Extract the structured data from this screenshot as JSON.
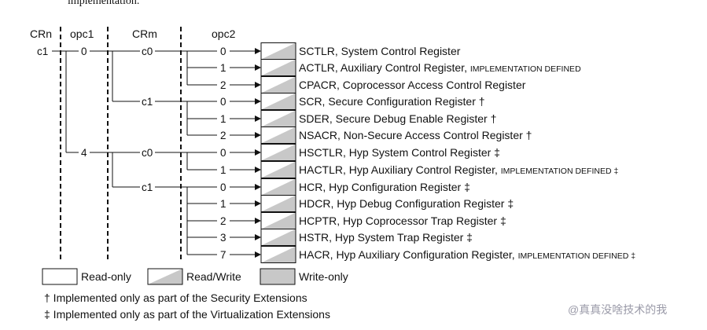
{
  "top_text": "implementation.",
  "headers": {
    "crn": "CRn",
    "opc1": "opc1",
    "crm": "CRm",
    "opc2": "opc2"
  },
  "crn_value": "c1",
  "opc1_values": [
    "0",
    "4"
  ],
  "crm_values": [
    "c0",
    "c1",
    "c0",
    "c1"
  ],
  "registers": [
    {
      "opc2": "0",
      "name": "SCTLR, System Control Register",
      "suffix": "",
      "access": "read-write"
    },
    {
      "opc2": "1",
      "name": "ACTLR, Auxiliary Control Register, ",
      "suffix": "IMPLEMENTATION DEFINED",
      "access": "read-write"
    },
    {
      "opc2": "2",
      "name": "CPACR, Coprocessor Access Control Register",
      "suffix": "",
      "access": "read-write"
    },
    {
      "opc2": "0",
      "name": "SCR, Secure Configuration Register †",
      "suffix": "",
      "access": "read-write"
    },
    {
      "opc2": "1",
      "name": "SDER, Secure Debug Enable Register †",
      "suffix": "",
      "access": "read-write"
    },
    {
      "opc2": "2",
      "name": "NSACR, Non-Secure Access Control Register †",
      "suffix": "",
      "access": "read-write"
    },
    {
      "opc2": "0",
      "name": "HSCTLR, Hyp System Control Register ‡",
      "suffix": "",
      "access": "read-write"
    },
    {
      "opc2": "1",
      "name": "HACTLR, Hyp Auxiliary Control Register, ",
      "suffix": "IMPLEMENTATION DEFINED ‡",
      "access": "read-write"
    },
    {
      "opc2": "0",
      "name": "HCR, Hyp Configuration Register ‡",
      "suffix": "",
      "access": "read-write"
    },
    {
      "opc2": "1",
      "name": "HDCR, Hyp Debug Configuration Register ‡",
      "suffix": "",
      "access": "read-write"
    },
    {
      "opc2": "2",
      "name": "HCPTR, Hyp Coprocessor Trap Register ‡",
      "suffix": "",
      "access": "read-write"
    },
    {
      "opc2": "3",
      "name": "HSTR, Hyp System Trap Register ‡",
      "suffix": "",
      "access": "read-write"
    },
    {
      "opc2": "7",
      "name": "HACR, Hyp Auxiliary Configuration Register, ",
      "suffix": "IMPLEMENTATION DEFINED ‡",
      "access": "read-write"
    }
  ],
  "legend": {
    "read_only": "Read-only",
    "read_write": "Read/Write",
    "write_only": "Write-only"
  },
  "footnotes": [
    "† Implemented only as part of the Security Extensions",
    "‡ Implemented only as part of the Virtualization Extensions"
  ],
  "watermark": "@真真没啥技术的我",
  "colors": {
    "box_gray": "#c8c8c8",
    "box_light": "#ffffff",
    "line": "#111111"
  }
}
